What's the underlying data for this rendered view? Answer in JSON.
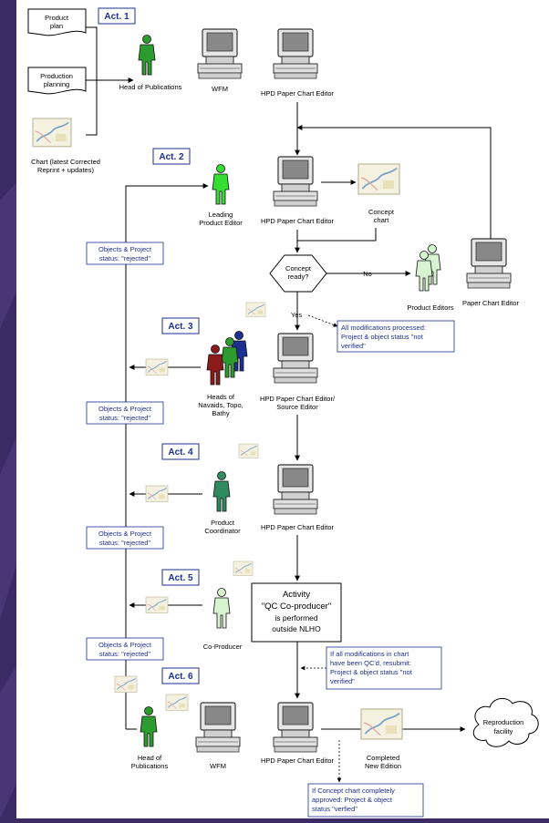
{
  "activities": {
    "act1": "Act. 1",
    "act2": "Act. 2",
    "act3": "Act. 3",
    "act4": "Act. 4",
    "act5": "Act. 5",
    "act6": "Act. 6"
  },
  "documents": {
    "product_plan": [
      "Product",
      "plan"
    ],
    "production_planning": [
      "Production",
      "planning"
    ],
    "chart_latest": [
      "Chart (latest Corrected",
      "Reprint + updates)"
    ]
  },
  "roles": {
    "head_of_publications_1": "Head of Publications",
    "leading_product_editor": [
      "Leading",
      "Product Editor"
    ],
    "product_editors": "Product Editors",
    "heads_of_navaids": [
      "Heads of",
      "Navaids, Topo,",
      "Bathy"
    ],
    "product_coordinator": [
      "Product",
      "Coordinator"
    ],
    "co_producer": "Co-Producer",
    "head_of_publications_2": [
      "Head of",
      "Publications"
    ]
  },
  "systems": {
    "wfm_1": "WFM",
    "hpd_editor_1": "HPD Paper Chart Editor",
    "hpd_editor_2": "HPD Paper Chart Editor",
    "paper_chart_editor": "Paper Chart Editor",
    "hpd_editor_source": [
      "HPD Paper Chart Editor/",
      "Source Editor"
    ],
    "hpd_editor_4": "HPD Paper Chart Editor",
    "wfm_2": "WFM",
    "hpd_editor_6": "HPD Paper Chart Editor"
  },
  "charts": {
    "concept_chart": [
      "Concept",
      "chart"
    ],
    "completed_new_edition": [
      "Completed",
      "New Edition"
    ]
  },
  "decision": {
    "question": [
      "Concept",
      "ready?"
    ],
    "no_label": "No",
    "yes_label": "Yes"
  },
  "notes": {
    "all_mods_processed": [
      "All modifications processed:",
      "Project & object status \"not",
      "verified\""
    ],
    "rejected_1": [
      "Objects & Project",
      "status: \"rejected\""
    ],
    "rejected_2": [
      "Objects & Project",
      "status: \"rejected\""
    ],
    "rejected_3": [
      "Objects & Project",
      "status: \"rejected\""
    ],
    "rejected_4": [
      "Objects & Project",
      "status: \"rejected\""
    ],
    "qc_resubmit": [
      "If all modifications in chart",
      "have been QC'd, resubmit:",
      "Project & object status \"not",
      "verified\""
    ],
    "concept_approved": [
      "If Concept chart completely",
      "approved: Project & object",
      "status \"verfied\""
    ]
  },
  "qc_activity": [
    "Activity",
    "\"QC Co-producer\"",
    "is performed",
    "outside NLHO"
  ],
  "reproduction": [
    "Reproduction",
    "facility"
  ],
  "colors": {
    "background": "#3b2a63",
    "act_text": "#1d2f8f",
    "note_text": "#1d2f8f",
    "person_green": "#2e9b2e",
    "person_bright_green": "#33dd33",
    "person_pale_green": "#d8f3d0",
    "person_dark_red": "#8b1a1a",
    "person_blue": "#1d2f8f",
    "person_teal": "#2f8b5f"
  }
}
